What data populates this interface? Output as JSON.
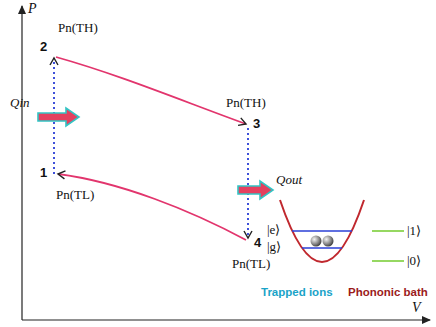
{
  "diagram": {
    "labels": [
      "P",
      "2",
      "Pn(TH)",
      "Qin",
      "Pn(TH)",
      "3",
      "1",
      "Pn(TL)",
      "Qout",
      "4",
      "Pn(TL)",
      "|e⟩",
      "|g⟩",
      "|1⟩",
      "|0⟩",
      "Trapped ions",
      "Phononic bath",
      "V"
    ]
  }
}
